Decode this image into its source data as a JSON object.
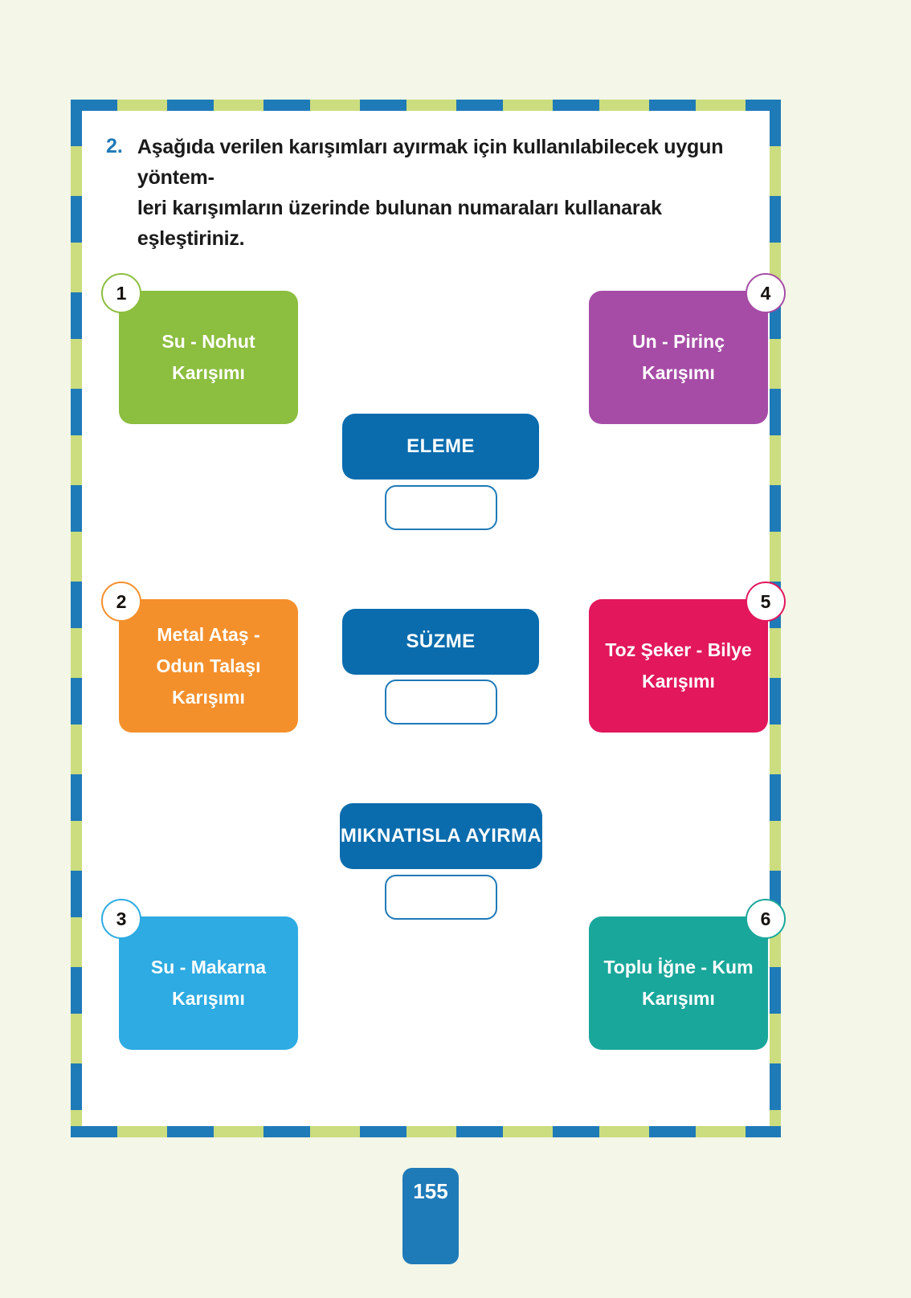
{
  "page": {
    "number": "155",
    "background_color": "#f4f6e7",
    "border_colors": [
      "#1f7ab8",
      "#cbdd7e"
    ]
  },
  "question": {
    "number": "2.",
    "number_color": "#1f7ab8",
    "line1": "Aşağıda verilen karışımları ayırmak için kullanılabilecek uygun yöntem-",
    "line2": "leri karışımların üzerinde bulunan numaraları kullanarak eşleştiriniz."
  },
  "mixtures": [
    {
      "badge": "1",
      "color": "#8cbe3f",
      "badge_side": "left",
      "lines": [
        "Su - Nohut",
        "Karışımı"
      ]
    },
    {
      "badge": "2",
      "color": "#f4902c",
      "badge_side": "left",
      "lines": [
        "Metal Ataş -",
        "Odun Talaşı",
        "Karışımı"
      ]
    },
    {
      "badge": "3",
      "color": "#2dabe2",
      "badge_side": "left",
      "lines": [
        "Su - Makarna",
        "Karışımı"
      ]
    },
    {
      "badge": "4",
      "color": "#a64ca6",
      "badge_side": "right",
      "lines": [
        "Un - Pirinç",
        "Karışımı"
      ]
    },
    {
      "badge": "5",
      "color": "#e2175c",
      "badge_side": "right",
      "lines": [
        "Toz Şeker - Bilye",
        "Karışımı"
      ]
    },
    {
      "badge": "6",
      "color": "#1aa79b",
      "badge_side": "right",
      "lines": [
        "Toplu İğne - Kum",
        "Karışımı"
      ]
    }
  ],
  "methods": [
    {
      "label": "ELEME",
      "answer": ""
    },
    {
      "label": "SÜZME",
      "answer": ""
    },
    {
      "label": "MIKNATISLA AYIRMA",
      "answer": ""
    }
  ]
}
